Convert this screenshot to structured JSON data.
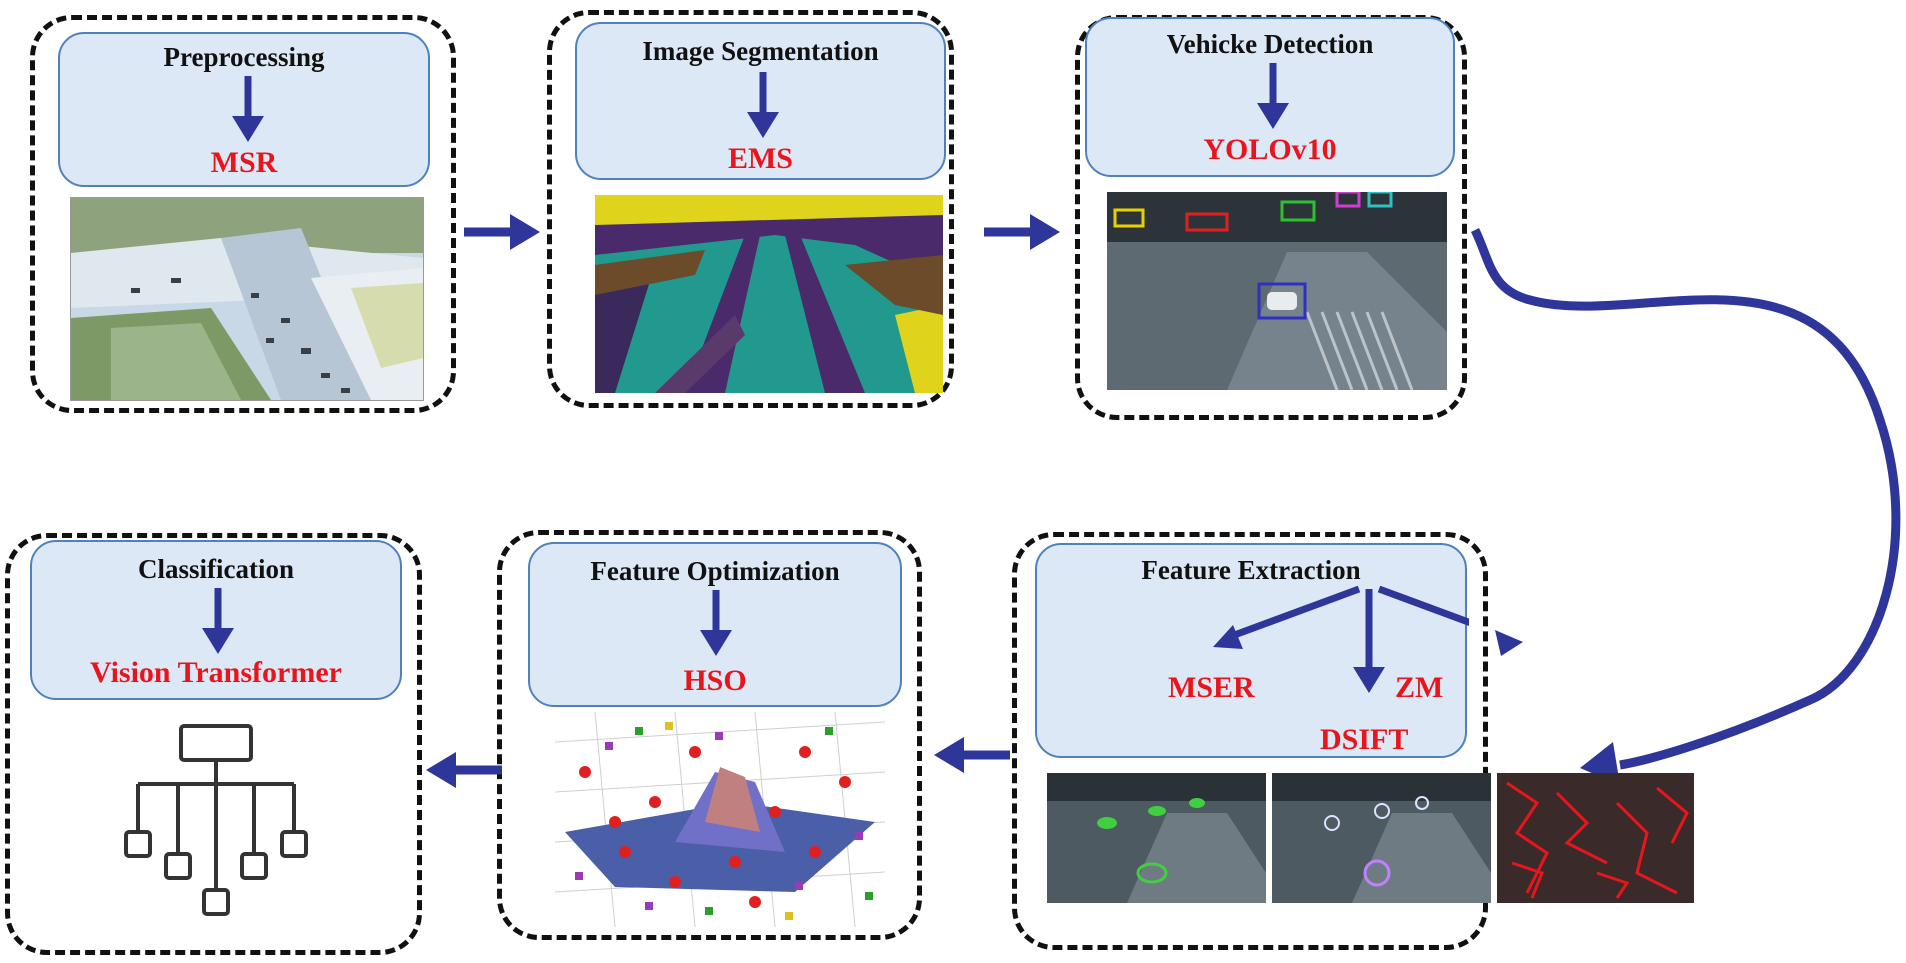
{
  "colors": {
    "dash": "#111111",
    "box_fill": "#dde8f7",
    "box_border": "#4f81bd",
    "arrow": "#2f3699",
    "method_text": "#e8161c"
  },
  "stages": {
    "preprocessing": {
      "title": "Preprocessing",
      "method": "MSR"
    },
    "segmentation": {
      "title": "Image Segmentation",
      "method": "EMS"
    },
    "detection": {
      "title": "Vehicke Detection",
      "method": "YOLOv10"
    },
    "extraction": {
      "title": "Feature Extraction",
      "methods": [
        "MSER",
        "DSIFT",
        "ZM"
      ]
    },
    "optimization": {
      "title": "Feature Optimization",
      "method": "HSO"
    },
    "classification": {
      "title": "Classification",
      "method": "Vision Transformer"
    }
  },
  "icons": [
    "hierarchy-icon"
  ]
}
